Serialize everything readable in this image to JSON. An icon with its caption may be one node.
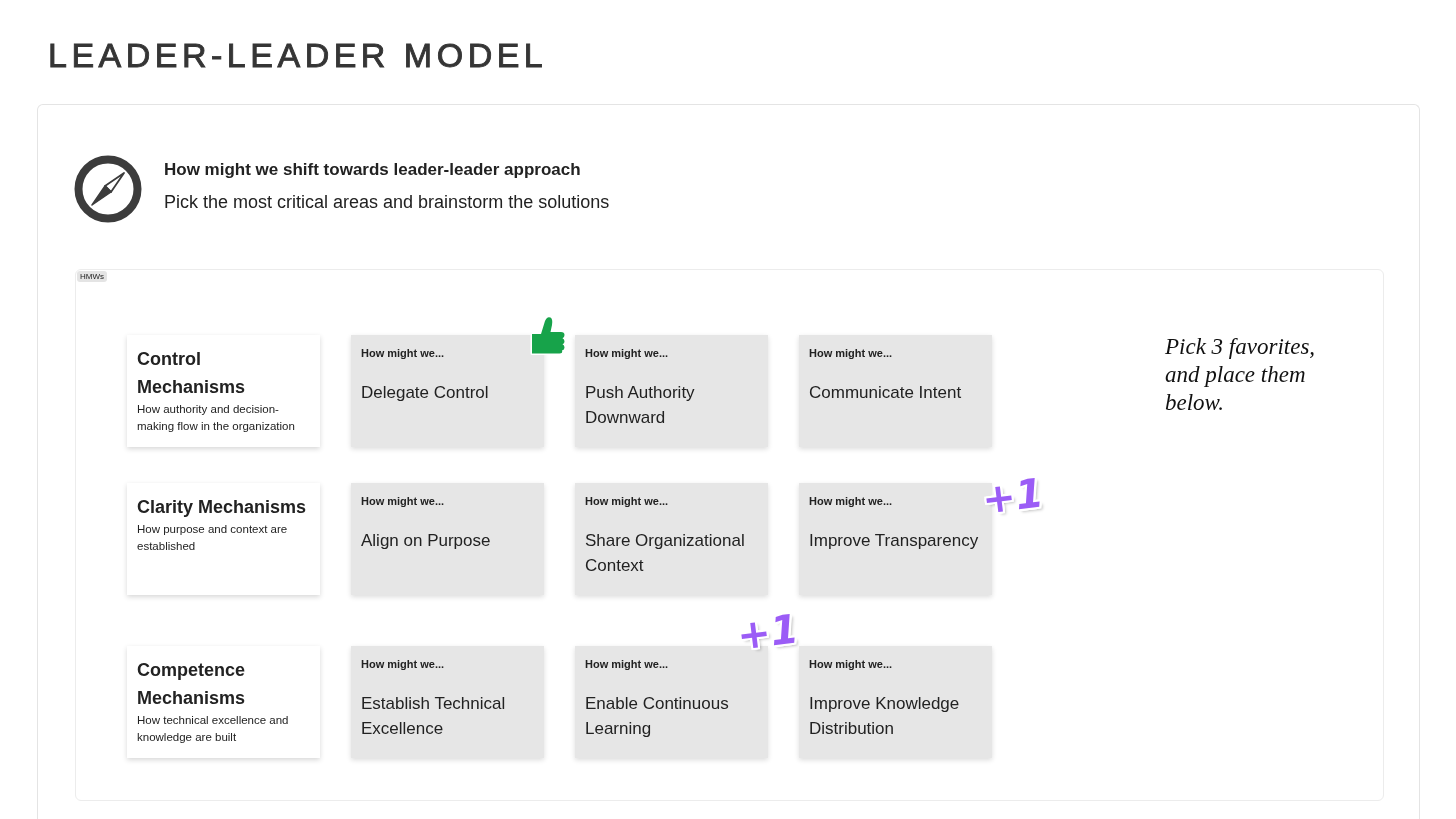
{
  "diagram": {
    "title": "LEADER-LEADER MODEL",
    "nodes": [
      {
        "text": [
          "How might we shift towards leader-leader approach",
          "Pick the most critical areas and brainstorm the solutions"
        ]
      },
      {
        "text": [
          "HMWs"
        ],
        "in": 0
      },
      {
        "text": [
          "Control Mechanisms",
          "How authority and decision-making flow in the organization"
        ],
        "in": 1
      },
      {
        "text": [
          "How might we...",
          "Delegate Control"
        ],
        "in": 1
      },
      {
        "text": [
          "How might we...",
          "Push Authority Downward"
        ],
        "in": 1
      },
      {
        "text": [
          "How might we...",
          "Communicate Intent"
        ],
        "in": 1
      },
      {
        "text": [
          "Clarity Mechanisms",
          "How purpose and context are established"
        ],
        "in": 1
      },
      {
        "text": [
          "How might we...",
          "Align on Purpose"
        ],
        "in": 1
      },
      {
        "text": [
          "How might we...",
          "Share Organizational Context"
        ],
        "in": 1
      },
      {
        "text": [
          "How might we...",
          "Improve Transparency"
        ],
        "in": 1
      },
      {
        "text": [
          "Competence Mechanisms",
          "How technical excellence and knowledge are built"
        ],
        "in": 1
      },
      {
        "text": [
          "How might we...",
          "Establish Technical Excellence"
        ],
        "in": 1
      },
      {
        "text": [
          "How might we...",
          "Enable Continuous Learning"
        ],
        "in": 1
      },
      {
        "text": [
          "How might we...",
          "Improve Knowledge Distribution"
        ],
        "in": 1
      }
    ],
    "labels": [
      "Pick 3 favorites, and place them below.",
      "+1",
      "+1"
    ]
  }
}
